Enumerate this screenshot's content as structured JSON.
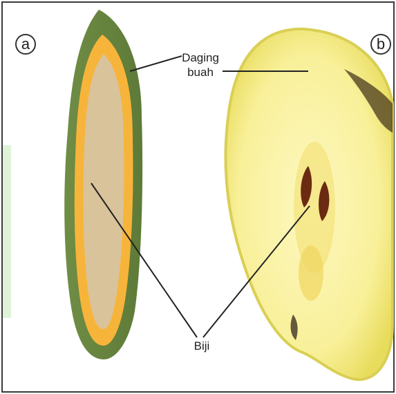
{
  "panels": {
    "a": {
      "letter": "a"
    },
    "b": {
      "letter": "b"
    }
  },
  "labels": {
    "flesh_line1": "Daging",
    "flesh_line2": "buah",
    "seed": "Biji"
  },
  "colors": {
    "green_skin": "#7e9a4c",
    "orange_flesh": "#f7b43a",
    "beige_core": "#d9c39a",
    "apple_flesh": "#fbf5a2",
    "apple_edge": "#e3d85a",
    "seed_brown": "#6b2a12",
    "left_tint": "#dff3d9",
    "leader_line": "#222222"
  }
}
